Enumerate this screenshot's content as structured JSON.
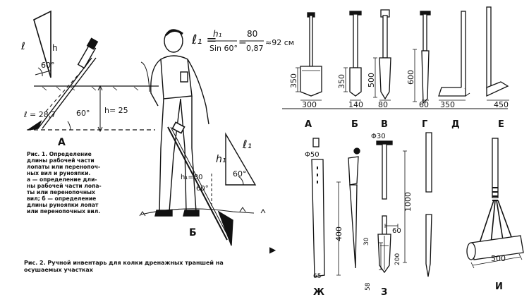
{
  "fig1": {
    "panel_a": {
      "tri_l": "ℓ",
      "tri_h": "h",
      "tri_angle": "60°",
      "length_label": "ℓ = 28,7",
      "angle_label": "60°",
      "height_label": "h= 25",
      "letter": "А"
    },
    "panel_b": {
      "formula_lhs": "ℓ₁ =",
      "formula_num": "h₁",
      "formula_den": "Sin 60°",
      "formula_eq": "=",
      "formula_num2": "80",
      "formula_den2": "0,87",
      "formula_result": "≈92 см",
      "h_label": "h₁=80",
      "angle_label": "60°",
      "tri_h": "h₁",
      "tri_l": "ℓ₁",
      "tri_angle": "60°",
      "letter": "Б"
    },
    "caption_lines": [
      "Рис. 1. Определение",
      "длины рабочей части",
      "лопаты или перенопоч-",
      "ных вил и рунояпки.",
      "а — определение дли-",
      "ны рабочей части лопа-",
      "ты или перенопочных",
      "вил; б — определение",
      "длины рунояпки лопат",
      "или перенопочных вил."
    ]
  },
  "fig2": {
    "tools_top": [
      {
        "letter": "А",
        "height": "350",
        "width": "300"
      },
      {
        "letter": "Б",
        "height": "350",
        "width": "140"
      },
      {
        "letter": "В",
        "height": "500",
        "width": "80"
      },
      {
        "letter": "Г",
        "height": "600",
        "width": "60"
      },
      {
        "letter": "Д",
        "width": "350"
      },
      {
        "letter": "Е",
        "width": "450"
      }
    ],
    "zh": {
      "diam": "Φ50",
      "length": "400",
      "bottom": "65",
      "letter": "Ж"
    },
    "z": {
      "diam": "Φ30",
      "len_total": "1000",
      "tip_w": "60",
      "tip_h1": "30",
      "tip_h2": "200",
      "bottom": "58",
      "letter": "З"
    },
    "i": {
      "width": "500",
      "letter": "И"
    },
    "caption_lines": [
      "Рис. 2. Ручной инвентарь для колки дренажных траншей на",
      "осушаемых участках"
    ],
    "marker": "▶"
  }
}
